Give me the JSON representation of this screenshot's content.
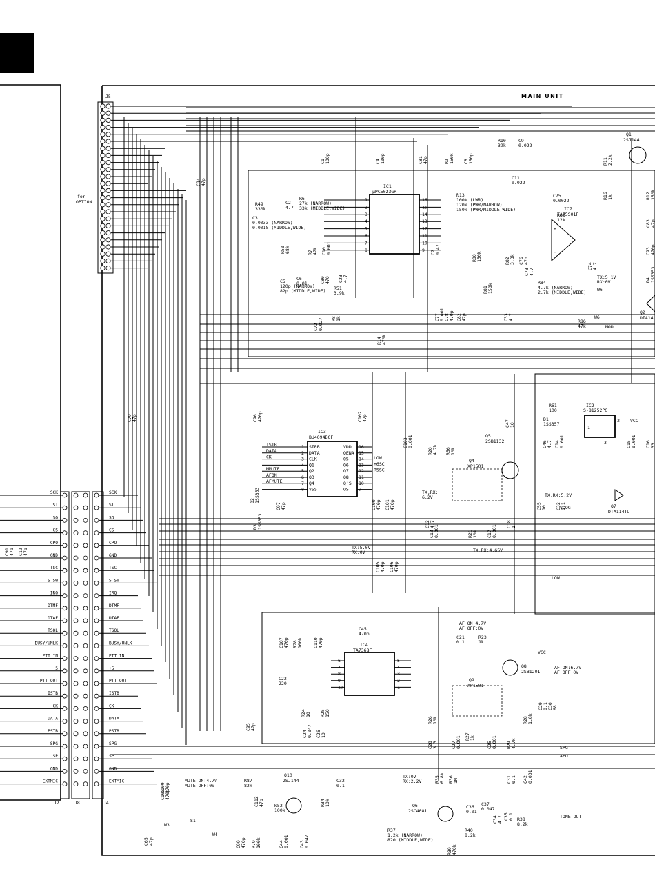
{
  "title": "MAIN UNIT",
  "option_label": "for\nOPTION",
  "connectors": {
    "j5": "J5",
    "j2": "J2",
    "j8": "J8",
    "j4": "J4"
  },
  "bus_signals": [
    "SCK",
    "SI",
    "SO",
    "CS",
    "CPO",
    "GND",
    "TSC",
    "S SW",
    "IRQ",
    "DTMF",
    "DTAF",
    "TSQL",
    "BUSY/UNLK",
    "PTT IN",
    "+5",
    "PTT OUT",
    "ISTB",
    "CK",
    "DATA",
    "PSTB",
    "SPG",
    "SP",
    "GND",
    "EXTMIC"
  ],
  "ic1": {
    "ref": "IC1",
    "part": "μPC5023GR",
    "left_pins": [
      "1",
      "2",
      "3",
      "4",
      "5",
      "6",
      "7",
      "8"
    ],
    "right_pins": [
      "16",
      "15",
      "14",
      "13",
      "12",
      "11",
      "10",
      "9"
    ]
  },
  "ic7": {
    "ref": "IC7",
    "part": "TA75S01F"
  },
  "ic3": {
    "ref": "IC3",
    "part": "BU4094BCF",
    "left_pin_labels": [
      "STRB",
      "DATA",
      "CLK",
      "Q1",
      "Q2",
      "Q3",
      "Q4",
      "VSS"
    ],
    "left_pin_nums": [
      "1",
      "2",
      "3",
      "4",
      "5",
      "6",
      "7",
      "8"
    ],
    "right_pin_labels": [
      "VDD",
      "OENA",
      "Q5",
      "Q6",
      "Q7",
      "Q8",
      "Q'S",
      "QS"
    ],
    "right_pin_nums": [
      "16",
      "15",
      "14",
      "13",
      "12",
      "11",
      "10",
      "9"
    ],
    "input_labels": [
      "ISTB",
      "DATA",
      "CK",
      "MMUTE",
      "AFON",
      "AFMUTE"
    ],
    "output_labels": [
      "LOW",
      "+6SC",
      "R5SC"
    ]
  },
  "ic2": {
    "ref": "IC2",
    "part": "S-81252PG",
    "pins": [
      "1",
      "2",
      "3"
    ],
    "vcc": "VCC"
  },
  "ic4": {
    "ref": "IC4",
    "part": "TA7368F",
    "left_pins": [
      "6",
      "7",
      "8",
      "9",
      "10"
    ],
    "right_pins": [
      "5",
      "4",
      "3",
      "2",
      "1"
    ]
  },
  "transistors": [
    {
      "ref": "Q1",
      "part": "2SJ144"
    },
    {
      "ref": "Q2",
      "part": "DTA14"
    },
    {
      "ref": "Q5",
      "part": "2SB1132"
    },
    {
      "ref": "Q4",
      "part": "XP1501"
    },
    {
      "ref": "Q7",
      "part": "DTA114TU"
    },
    {
      "ref": "Q8",
      "part": "2SB1201"
    },
    {
      "ref": "Q9",
      "part": "XP1501"
    },
    {
      "ref": "Q10",
      "part": "2SJ144"
    },
    {
      "ref": "Q6",
      "part": "2SC4081"
    }
  ],
  "components": [
    {
      "ref": "R10",
      "val": "39k"
    },
    {
      "ref": "C9",
      "val": "0.022"
    },
    {
      "ref": "C11",
      "val": "0.022"
    },
    {
      "ref": "C1",
      "val": "100p"
    },
    {
      "ref": "C4",
      "val": "100p"
    },
    {
      "ref": "C81",
      "val": "47p"
    },
    {
      "ref": "R9",
      "val": "150k"
    },
    {
      "ref": "C8",
      "val": "150p"
    },
    {
      "ref": "R11",
      "val": "2.2k"
    },
    {
      "ref": "R16",
      "val": "1k"
    },
    {
      "ref": "R12",
      "val": "150k"
    },
    {
      "ref": "C83",
      "val": "47p"
    },
    {
      "ref": "C93",
      "val": "470p"
    },
    {
      "ref": "D4",
      "val": "1SS353"
    },
    {
      "ref": "C94",
      "val": "47p"
    },
    {
      "ref": "R49",
      "val": "330k"
    },
    {
      "ref": "C2",
      "val": "4.7"
    },
    {
      "ref": "C3",
      "val": "0.0033 (NARROW)\n0.0018 (MIDDLE,WIDE)"
    },
    {
      "ref": "R6",
      "val": "27k (NARROW)\n33k (MIDDLE,WIDE)"
    },
    {
      "ref": "R13",
      "val": "100k (LWR)\n120k (PWR/NARROW)\n150k (PWR/MIDDLE,WIDE)"
    },
    {
      "ref": "C75",
      "val": "0.0022"
    },
    {
      "ref": "R83",
      "val": "12k"
    },
    {
      "ref": "R50",
      "val": "68k"
    },
    {
      "ref": "C5",
      "val": "120p (NARROW)\n82p (MIDDLE,WIDE)"
    },
    {
      "ref": "R7",
      "val": "47k"
    },
    {
      "ref": "C10",
      "val": "0.001"
    },
    {
      "ref": "C7",
      "val": "0.47"
    },
    {
      "ref": "C6",
      "val": "0.01"
    },
    {
      "ref": "C80",
      "val": "470"
    },
    {
      "ref": "C23",
      "val": "4.7"
    },
    {
      "ref": "R51",
      "val": "3.9k"
    },
    {
      "ref": "C72",
      "val": "0.027"
    },
    {
      "ref": "R8",
      "val": "1k"
    },
    {
      "ref": "R14",
      "val": "470k"
    },
    {
      "ref": "R80",
      "val": "150k"
    },
    {
      "ref": "R81",
      "val": "150k"
    },
    {
      "ref": "R82",
      "val": "3.3k"
    },
    {
      "ref": "C76",
      "val": "47p"
    },
    {
      "ref": "C73",
      "val": "4.7"
    },
    {
      "ref": "C74",
      "val": "4.7"
    },
    {
      "ref": "R84",
      "val": "4.7k (NARROW)\n2.7k (MIDDLE,WIDE)"
    },
    {
      "ref": "C77",
      "val": "0.001"
    },
    {
      "ref": "C78",
      "val": "470p"
    },
    {
      "ref": "C82",
      "val": "47p"
    },
    {
      "ref": "C33",
      "val": "4.7"
    },
    {
      "ref": "R86",
      "val": "47k"
    },
    {
      "ref": "C79",
      "val": "47p"
    },
    {
      "ref": "C96",
      "val": "470p"
    },
    {
      "ref": "C102",
      "val": "47p"
    },
    {
      "ref": "C47",
      "val": "10"
    },
    {
      "ref": "R61",
      "val": "100"
    },
    {
      "ref": "D1",
      "val": "1SS357"
    },
    {
      "ref": "C103",
      "val": "0.001"
    },
    {
      "ref": "R20",
      "val": "4.7k"
    },
    {
      "ref": "R56",
      "val": "10k"
    },
    {
      "ref": "C46",
      "val": "4.7"
    },
    {
      "ref": "C14",
      "val": "0.001"
    },
    {
      "ref": "C15",
      "val": "0.001"
    },
    {
      "ref": "C16",
      "val": "33"
    },
    {
      "ref": "C97",
      "val": "47p"
    },
    {
      "ref": "D2",
      "val": "1SS353"
    },
    {
      "ref": "D3",
      "val": "1SS353"
    },
    {
      "ref": "C100",
      "val": "470p"
    },
    {
      "ref": "C101",
      "val": "470p"
    },
    {
      "ref": "C12",
      "val": "4.7"
    },
    {
      "ref": "C13",
      "val": "0.001"
    },
    {
      "ref": "R21",
      "val": "10k"
    },
    {
      "ref": "C17",
      "val": "0.001"
    },
    {
      "ref": "C18",
      "val": "1"
    },
    {
      "ref": "C55",
      "val": "10"
    },
    {
      "ref": "C32",
      "val": "0.1"
    },
    {
      "ref": "C105",
      "val": "470p"
    },
    {
      "ref": "C106",
      "val": "470p"
    },
    {
      "ref": "C107",
      "val": "470p"
    },
    {
      "ref": "R78",
      "val": "100k"
    },
    {
      "ref": "C110",
      "val": "470p"
    },
    {
      "ref": "C45",
      "val": "470p"
    },
    {
      "ref": "C21",
      "val": "0.1"
    },
    {
      "ref": "R23",
      "val": "1k"
    },
    {
      "ref": "C22",
      "val": "220"
    },
    {
      "ref": "R24",
      "val": "10"
    },
    {
      "ref": "R25",
      "val": "150"
    },
    {
      "ref": "C24",
      "val": "0.047"
    },
    {
      "ref": "C26",
      "val": "10"
    },
    {
      "ref": "R26",
      "val": "10k"
    },
    {
      "ref": "R28",
      "val": "1.8k"
    },
    {
      "ref": "C29",
      "val": "0.1"
    },
    {
      "ref": "C30",
      "val": "68"
    },
    {
      "ref": "C28",
      "val": "3.3"
    },
    {
      "ref": "C27",
      "val": "0.001"
    },
    {
      "ref": "R27",
      "val": "1k"
    },
    {
      "ref": "C25",
      "val": "0.001"
    },
    {
      "ref": "R29",
      "val": "4.7k"
    },
    {
      "ref": "C95",
      "val": "47p"
    },
    {
      "ref": "C108",
      "val": "470p"
    },
    {
      "ref": "R87",
      "val": "82k"
    },
    {
      "ref": "C112",
      "val": "47p"
    },
    {
      "ref": "R52",
      "val": "100k"
    },
    {
      "ref": "R34",
      "val": "10k"
    },
    {
      "ref": "C43",
      "val": "0.047"
    },
    {
      "ref": "C44",
      "val": "0.001"
    },
    {
      "ref": "C99",
      "val": "470p"
    },
    {
      "ref": "R79",
      "val": "100k"
    },
    {
      "ref": "C32b",
      "val": "0.1"
    },
    {
      "ref": "R35",
      "val": "6.8k"
    },
    {
      "ref": "R36",
      "val": "1M"
    },
    {
      "ref": "C31",
      "val": "0.1"
    },
    {
      "ref": "C42",
      "val": "0.001"
    },
    {
      "ref": "C36",
      "val": "0.01"
    },
    {
      "ref": "C37",
      "val": "0.047"
    },
    {
      "ref": "C35",
      "val": "0.1"
    },
    {
      "ref": "C34",
      "val": "4.7"
    },
    {
      "ref": "R38",
      "val": "8.2k"
    },
    {
      "ref": "R37",
      "val": "1.2k (NARROW)\n820 (MIDDLE,WIDE)"
    },
    {
      "ref": "R39",
      "val": "470k"
    },
    {
      "ref": "R40",
      "val": "8.2k"
    },
    {
      "ref": "C65",
      "val": "47p"
    },
    {
      "ref": "C109",
      "val": "470p"
    },
    {
      "ref": "C91",
      "val": "47p"
    },
    {
      "ref": "C19",
      "val": "47p"
    }
  ],
  "annotations": {
    "tx5v": "TX:5.1V\nRX:0V",
    "w6": "W6",
    "w6b": "W6",
    "mod": "MOD",
    "tx6_2": "TX,RX:\n6.2V",
    "tx5_2": "TX,RX:5.2V",
    "vcog": "VCOG",
    "tx5_0": "TX:5.0V\nRX:0V",
    "tx4_65": "TX,RX:4.65V",
    "low": "LOW",
    "af_on_47": "AF ON:4.7V\nAF OFF:0V",
    "af_on_67": "AF ON:6.7V\nAF OFF:0V",
    "vcc": "VCC",
    "spg": "SPG",
    "afo": "AFO",
    "mute": "MUTE ON:4.7V\nMUTE OFF:0V",
    "tx0": "TX:0V\nRX:2.2V",
    "tone_out": "TONE OUT",
    "w3": "W3",
    "s1": "S1",
    "w4": "W4"
  }
}
